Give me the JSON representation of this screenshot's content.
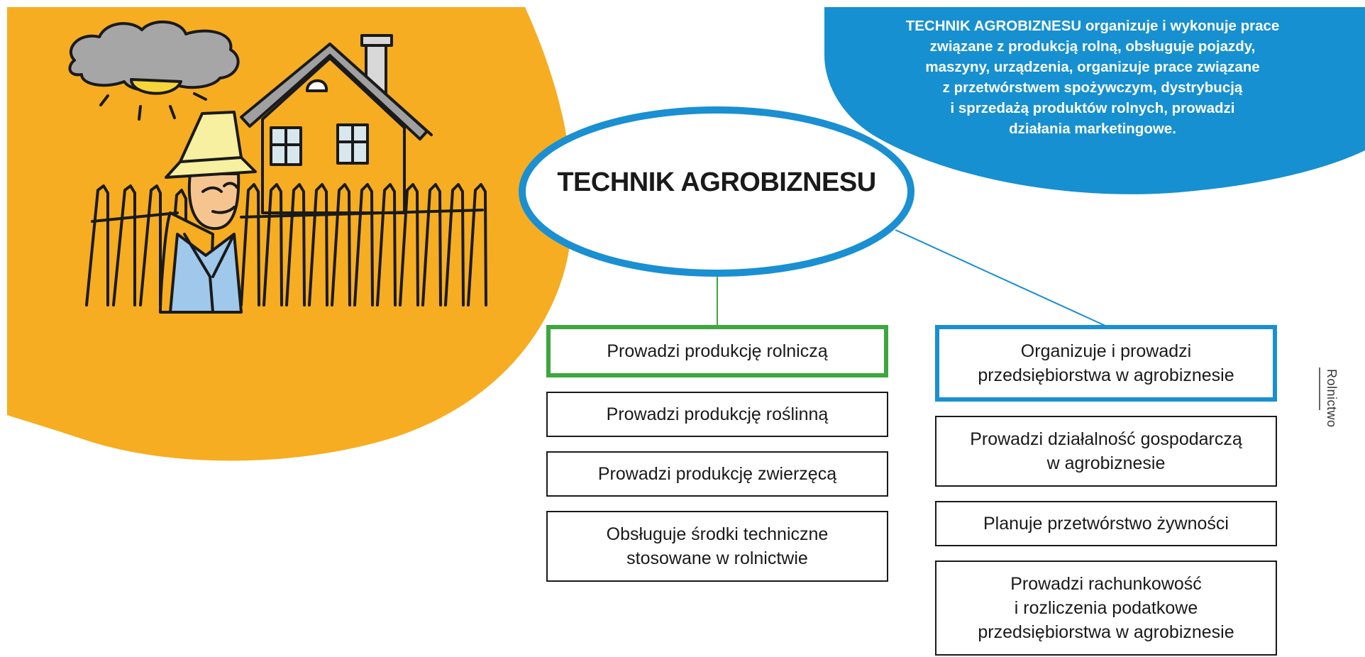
{
  "colors": {
    "orange_blob": "#f6ad21",
    "blue_blob": "#1690d0",
    "left_branch": "#3ea63e",
    "right_branch": "#1a8fd2",
    "box_border": "#1a1a1a"
  },
  "description": {
    "lines": [
      "TECHNIK AGROBIZNESU organizuje i wykonuje prace",
      "związane z produkcją rolną, obsługuje pojazdy,",
      "maszyny, urządzenia, organizuje prace związane",
      "z przetwórstwem spożywczym, dystrybucją",
      "i sprzedażą produktów rolnych, prowadzi",
      "działania marketingowe."
    ]
  },
  "center": {
    "title": "TECHNIK AGROBIZNESU"
  },
  "left_column": {
    "header": {
      "lines": [
        "Prowadzi produkcję rolniczą"
      ]
    },
    "items": [
      {
        "lines": [
          "Prowadzi produkcję roślinną"
        ]
      },
      {
        "lines": [
          "Prowadzi produkcję zwierzęcą"
        ]
      },
      {
        "lines": [
          "Obsługuje środki techniczne",
          "stosowane w rolnictwie"
        ]
      }
    ]
  },
  "right_column": {
    "header": {
      "lines": [
        "Organizuje i prowadzi",
        "przedsiębiorstwa w agrobiznesie"
      ]
    },
    "items": [
      {
        "lines": [
          "Prowadzi działalność gospodarczą",
          "w agrobiznesie"
        ]
      },
      {
        "lines": [
          "Planuje przetwórstwo żywności"
        ]
      },
      {
        "lines": [
          "Prowadzi rachunkowość",
          "i rozliczenia podatkowe",
          "przedsiębiorstwa w agrobiznesie"
        ]
      }
    ]
  },
  "side_tab": {
    "label": "Rolnictwo"
  },
  "illustration": {
    "icons": [
      "cloud-icon",
      "sun-icon",
      "house-icon",
      "fence-icon",
      "farmer-icon"
    ]
  }
}
